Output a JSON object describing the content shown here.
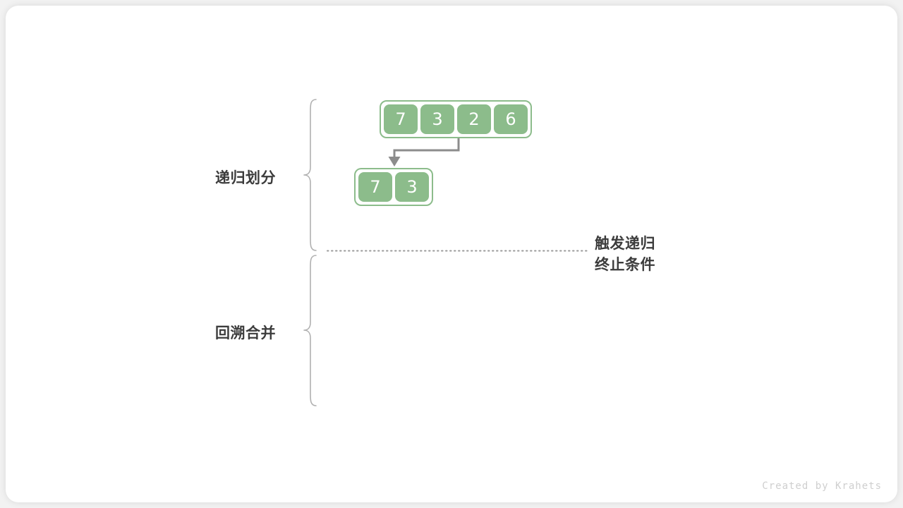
{
  "diagram": {
    "title": "merge-sort-recursion",
    "labels": {
      "divide": "递归划分",
      "merge": "回溯合并",
      "annotation_line1": "触发递归",
      "annotation_line2": "终止条件"
    },
    "arrays": [
      {
        "name": "root-array",
        "values": [
          "7",
          "3",
          "2",
          "6"
        ]
      },
      {
        "name": "left-subarray",
        "values": [
          "7",
          "3"
        ]
      }
    ],
    "arrow": {
      "name": "divide-arrow",
      "from_label": "root-array",
      "to_label": "left-subarray"
    },
    "separator": {
      "name": "termination-divider",
      "style": "dotted"
    },
    "colors": {
      "cell_fill": "#8cbc8b",
      "cell_border": "#8cbc8b",
      "cell_text": "#ffffff",
      "label_text": "#3c3c3c",
      "arrow": "#8c8c8c",
      "brace": "#b0b0b0",
      "divider": "#9a9a9a",
      "card": "#ffffff",
      "page": "#f2f2f2",
      "credit_text": "#cfcfcf"
    },
    "credit": "Created by Krahets"
  }
}
